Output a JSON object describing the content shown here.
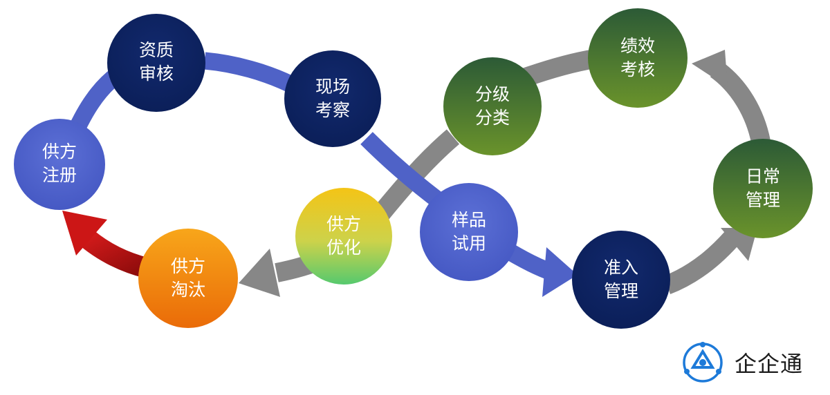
{
  "nodes": {
    "registration": {
      "line1": "供方",
      "line2": "注册"
    },
    "qualification": {
      "line1": "资质",
      "line2": "审核"
    },
    "site_inspection": {
      "line1": "现场",
      "line2": "考察"
    },
    "sample_trial": {
      "line1": "样品",
      "line2": "试用"
    },
    "admission": {
      "line1": "准入",
      "line2": "管理"
    },
    "daily_management": {
      "line1": "日常",
      "line2": "管理"
    },
    "performance": {
      "line1": "绩效",
      "line2": "考核"
    },
    "classification": {
      "line1": "分级",
      "line2": "分类"
    },
    "optimization": {
      "line1": "供方",
      "line2": "优化"
    },
    "elimination": {
      "line1": "供方",
      "line2": "淘汰"
    }
  },
  "colors": {
    "blue_path": "#4f62c7",
    "gray_path": "#878787",
    "red_arrow": "#c11414",
    "navy": "#0d2360",
    "mid_blue": "#4b5fcc",
    "green_top": "#2b5b35",
    "green_bottom": "#658f2c"
  },
  "brand": {
    "name": "企企通"
  }
}
